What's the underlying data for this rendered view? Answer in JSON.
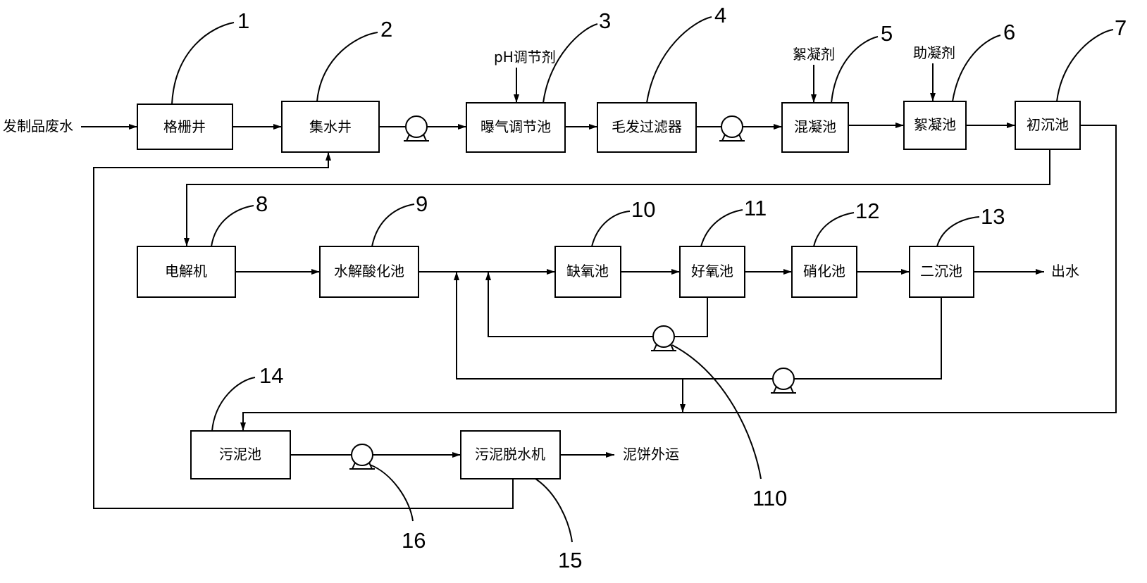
{
  "units": {
    "u1": "格栅井",
    "u2": "集水井",
    "u3": "曝气调节池",
    "u4": "毛发过滤器",
    "u5": "混凝池",
    "u6": "絮凝池",
    "u7": "初沉池",
    "u8": "电解机",
    "u9": "水解酸化池",
    "u10": "缺氧池",
    "u11": "好氧池",
    "u12": "硝化池",
    "u13": "二沉池",
    "u14": "污泥池",
    "u15": "污泥脱水机"
  },
  "streams": {
    "inlet": "发制品废水",
    "ph_agent": "pH调节剂",
    "flocculant": "絮凝剂",
    "coagulant_aid": "助凝剂",
    "outlet": "出水",
    "sludge_cake": "泥饼外运"
  },
  "refs": {
    "n1": "1",
    "n2": "2",
    "n3": "3",
    "n4": "4",
    "n5": "5",
    "n6": "6",
    "n7": "7",
    "n8": "8",
    "n9": "9",
    "n10": "10",
    "n11": "11",
    "n12": "12",
    "n13": "13",
    "n14": "14",
    "n15": "15",
    "n16": "16",
    "n110": "110"
  }
}
